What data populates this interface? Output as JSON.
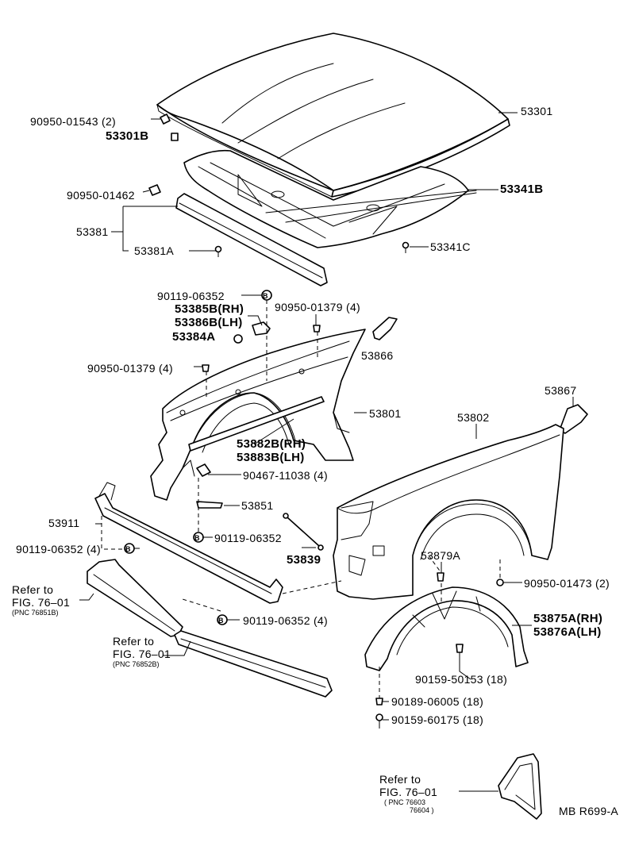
{
  "parts": [
    {
      "id": "53301",
      "text": "53301"
    },
    {
      "id": "90950-01543",
      "text": "90950-01543 (2)"
    },
    {
      "id": "53301B",
      "text": "53301B"
    },
    {
      "id": "90950-01462",
      "text": "90950-01462"
    },
    {
      "id": "53341B",
      "text": "53341B"
    },
    {
      "id": "53381",
      "text": "53381"
    },
    {
      "id": "53381A",
      "text": "53381A"
    },
    {
      "id": "53341C",
      "text": "53341C"
    },
    {
      "id": "90119-06352-top",
      "text": "90119-06352"
    },
    {
      "id": "53385B",
      "text": "53385B",
      "suffix": "(RH)"
    },
    {
      "id": "53386B",
      "text": "53386B",
      "suffix": "(LH)"
    },
    {
      "id": "90950-01379-a",
      "text": "90950-01379 (4)"
    },
    {
      "id": "53384A",
      "text": "53384A"
    },
    {
      "id": "53866",
      "text": "53866"
    },
    {
      "id": "90950-01379-b",
      "text": "90950-01379 (4)"
    },
    {
      "id": "53867",
      "text": "53867"
    },
    {
      "id": "53801",
      "text": "53801"
    },
    {
      "id": "53802",
      "text": "53802"
    },
    {
      "id": "53882B",
      "text": "53882B",
      "suffix": "(RH)"
    },
    {
      "id": "53883B",
      "text": "53883B",
      "suffix": "(LH)"
    },
    {
      "id": "90467-11038",
      "text": "90467-11038 (4)"
    },
    {
      "id": "53851",
      "text": "53851"
    },
    {
      "id": "53911",
      "text": "53911"
    },
    {
      "id": "90119-06352-mid",
      "text": "90119-06352"
    },
    {
      "id": "90119-06352-left",
      "text": "90119-06352 (4)"
    },
    {
      "id": "53839",
      "text": "53839"
    },
    {
      "id": "53879A",
      "text": "53879A"
    },
    {
      "id": "90950-01473",
      "text": "90950-01473 (2)"
    },
    {
      "id": "90119-06352-bot",
      "text": "90119-06352 (4)"
    },
    {
      "id": "53875A",
      "text": "53875A",
      "suffix": "(RH)"
    },
    {
      "id": "53876A",
      "text": "53876A",
      "suffix": "(LH)"
    },
    {
      "id": "90159-50153",
      "text": "90159-50153 (18)"
    },
    {
      "id": "90189-06005",
      "text": "90189-06005 (18)"
    },
    {
      "id": "90159-60175",
      "text": "90159-60175 (18)"
    }
  ],
  "bolt_symbol": "B",
  "refs": [
    {
      "id": "ref-1",
      "line1": "Refer to",
      "line2": "FIG. 76–01",
      "pnc": "(PNC 76851B)"
    },
    {
      "id": "ref-2",
      "line1": "Refer to",
      "line2": "FIG. 76–01",
      "pnc": "(PNC 76852B)"
    },
    {
      "id": "ref-3",
      "line1": "Refer to",
      "line2": "FIG. 76–01",
      "pnc": "( PNC 76603",
      "pnc2": "76604 )"
    }
  ],
  "drawing_id": "MB R699-A"
}
